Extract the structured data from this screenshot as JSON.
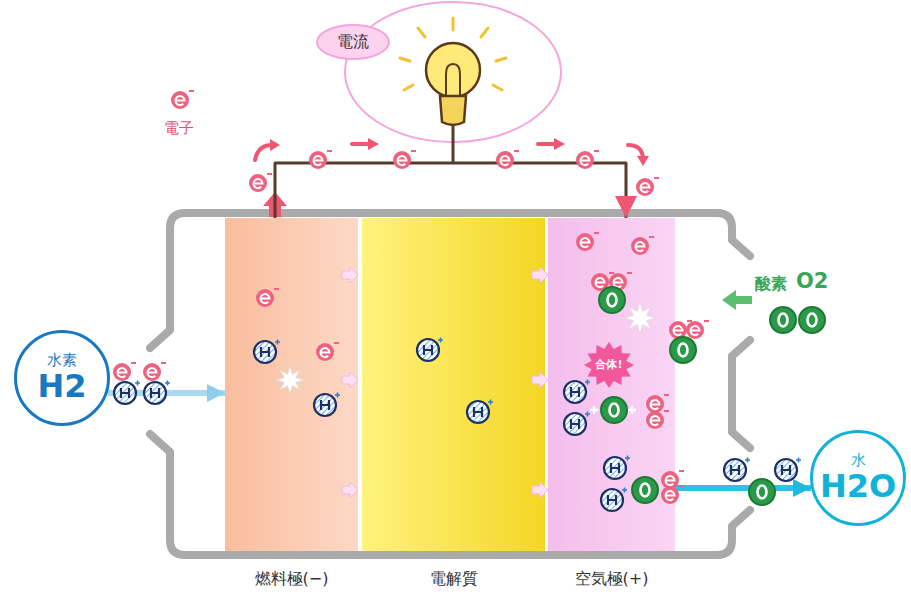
{
  "diagram": {
    "nodes": [
      {
        "text": [
          "電流"
        ]
      },
      {
        "text": [
          "水素",
          "H2"
        ]
      },
      {
        "text": [
          "燃料極(−)"
        ]
      },
      {
        "text": [
          "電解質"
        ]
      },
      {
        "text": [
          "空気極(+)"
        ]
      },
      {
        "text": [
          "合体!"
        ],
        "in": 4
      },
      {
        "text": [
          "水",
          "H2O"
        ]
      }
    ],
    "edges": [
      {
        "from": 2,
        "to": 4,
        "arrow": "to"
      },
      {
        "from": 1,
        "to": 2,
        "arrow": "to"
      },
      {
        "from": 4,
        "to": 6,
        "arrow": "to"
      }
    ],
    "labels": [
      "電子",
      "酸素",
      "O2"
    ]
  }
}
